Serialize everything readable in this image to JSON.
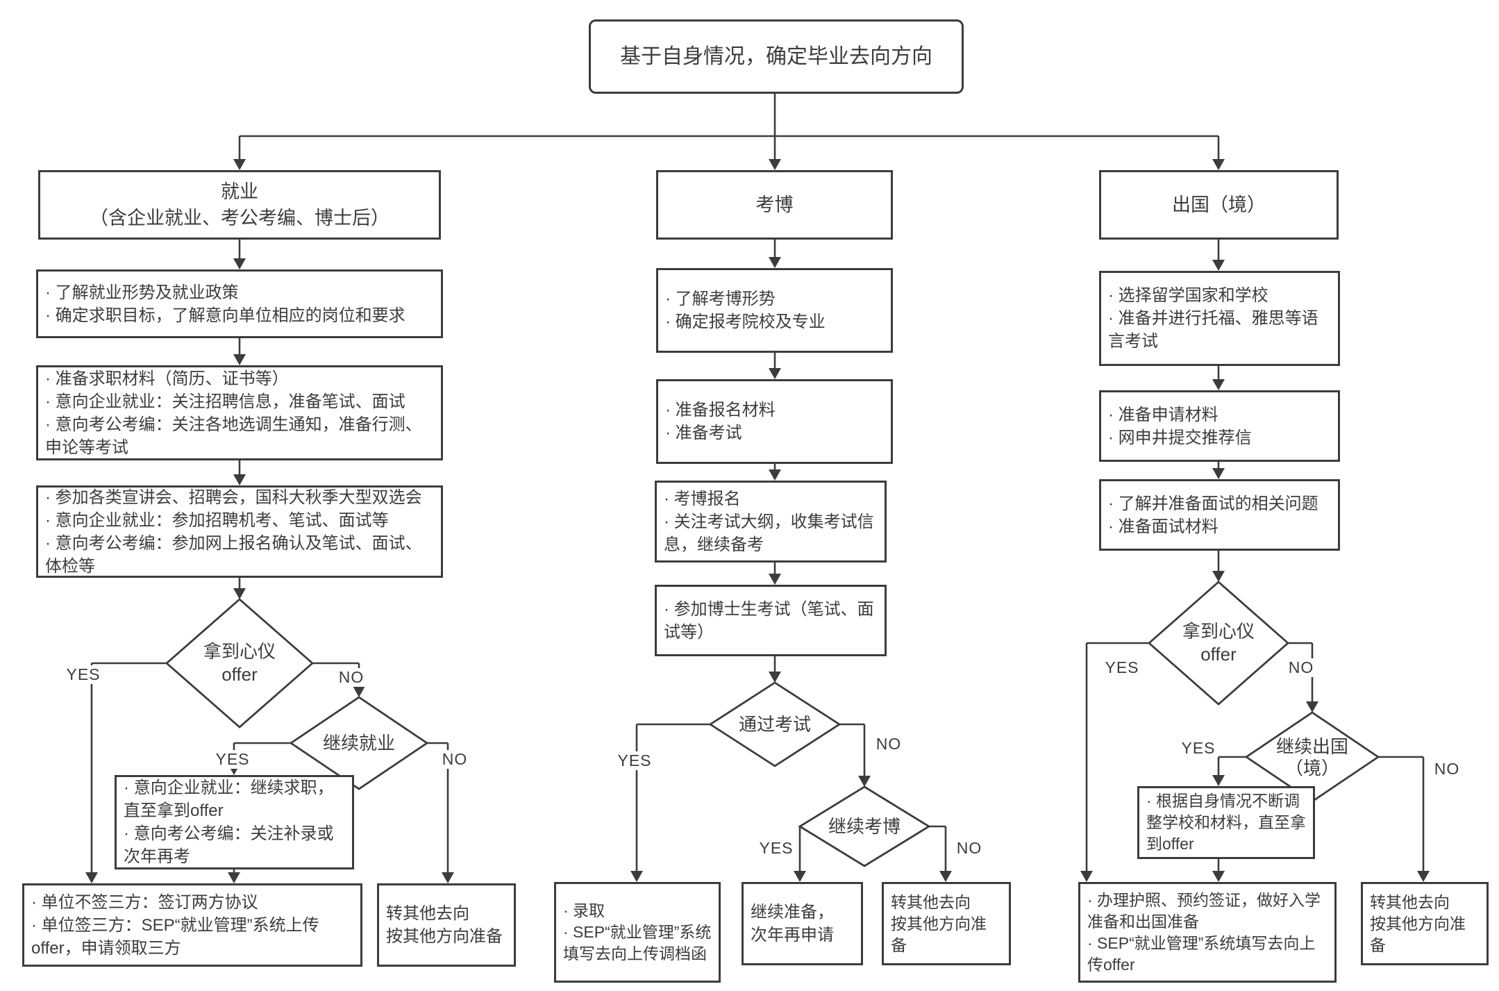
{
  "diagram": {
    "start": "基于自身情况，确定毕业去向方向",
    "yes": "YES",
    "no": "NO"
  },
  "employment": {
    "header": "就业\n（含企业就业、考公考编、博士后）",
    "step_policy": "· 了解就业形势及就业政策\n· 确定求职目标，了解意向单位相应的岗位和要求",
    "step_materials": "· 准备求职材料（简历、证书等）\n· 意向企业就业：关注招聘信息，准备笔试、面试\n· 意向考公考编：关注各地选调生通知，准备行测、申论等考试",
    "step_fairs": "· 参加各类宣讲会、招聘会，国科大秋季大型双选会\n· 意向企业就业：参加招聘机考、笔试、面试等\n· 意向考公考编：参加网上报名确认及笔试、面试、体检等",
    "decision_offer": "拿到心仪\noffer",
    "decision_continue": "继续就业",
    "keep_trying": "· 意向企业就业：继续求职，直至拿到offer\n· 意向考公考编：关注补录或次年再考",
    "sign_agreement": "· 单位不签三方：签订两方协议\n· 单位签三方：SEP“就业管理”系统上传offer，申请领取三方",
    "switch_path": "转其他去向\n按其他方向准备"
  },
  "phd": {
    "header": "考博",
    "step_situation": "· 了解考博形势\n· 确定报考院校及专业",
    "step_prepare": "· 准备报名材料\n· 准备考试",
    "step_register": "· 考博报名\n· 关注考试大纲，收集考试信息，继续备考",
    "step_exam": "· 参加博士生考试（笔试、面试等）",
    "decision_pass": "通过考试",
    "decision_continue": "继续考博",
    "admitted": "· 录取\n· SEP“就业管理”系统填写去向上传调档函",
    "retry": "继续准备，\n次年再申请",
    "switch_path": "转其他去向\n按其他方向准备"
  },
  "abroad": {
    "header": "出国（境）",
    "step_school": "· 选择留学国家和学校\n· 准备并进行托福、雅思等语言考试",
    "step_apply": "· 准备申请材料\n· 网申井提交推荐信",
    "step_interview": "· 了解并准备面试的相关问题\n· 准备面试材料",
    "decision_offer": "拿到心仪\noffer",
    "decision_continue": "继续出国\n（境）",
    "adjust": "· 根据自身情况不断调整学校和材料，直至拿到offer",
    "visa": "· 办理护照、预约签证，做好入学准备和出国准备\n· SEP“就业管理”系统填写去向上传offer",
    "switch_path": "转其他去向\n按其他方向准备"
  }
}
